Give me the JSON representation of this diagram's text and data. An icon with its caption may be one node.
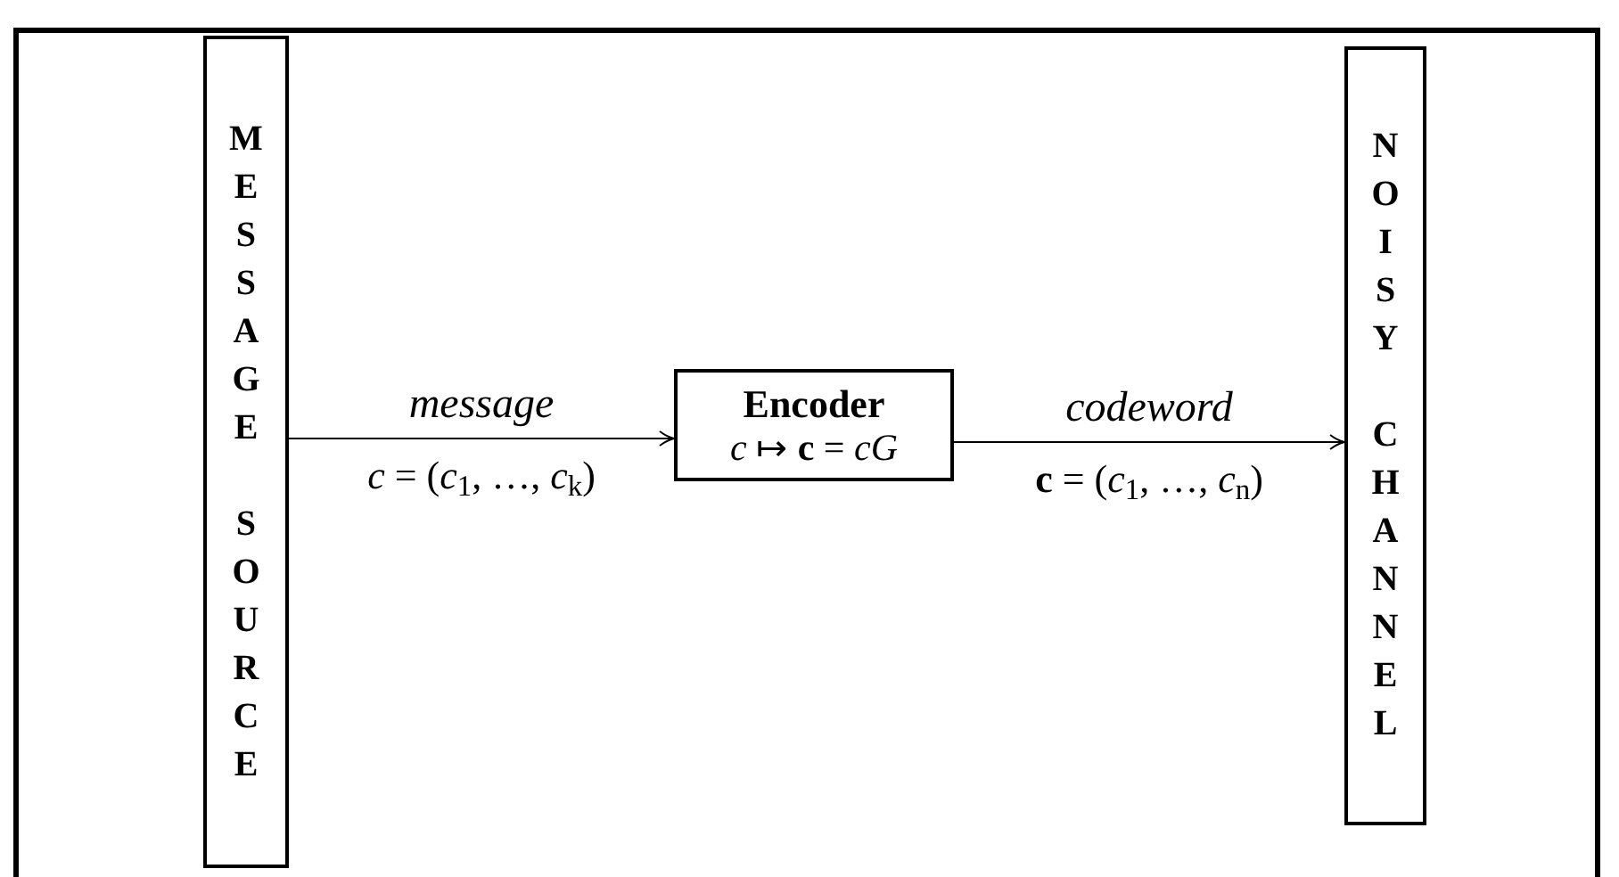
{
  "diagram": {
    "nodes": [
      {
        "text": [
          "MESSAGE SOURCE"
        ]
      },
      {
        "text": [
          "Encoder",
          "*c* ↦ **c** = *cG*"
        ]
      },
      {
        "text": [
          "NOISY CHANNEL"
        ]
      }
    ],
    "edges": [
      {
        "from": 0,
        "to": 1,
        "arrow": "to",
        "label": "message"
      },
      {
        "from": 1,
        "to": 2,
        "arrow": "to",
        "label": "codeword"
      }
    ],
    "labels": [
      "*c* = (*c*$_{1}$, …, *c*$_{k}$)",
      "**c** = (*c*$_{1}$, …, *c*$_{n}$)"
    ]
  }
}
